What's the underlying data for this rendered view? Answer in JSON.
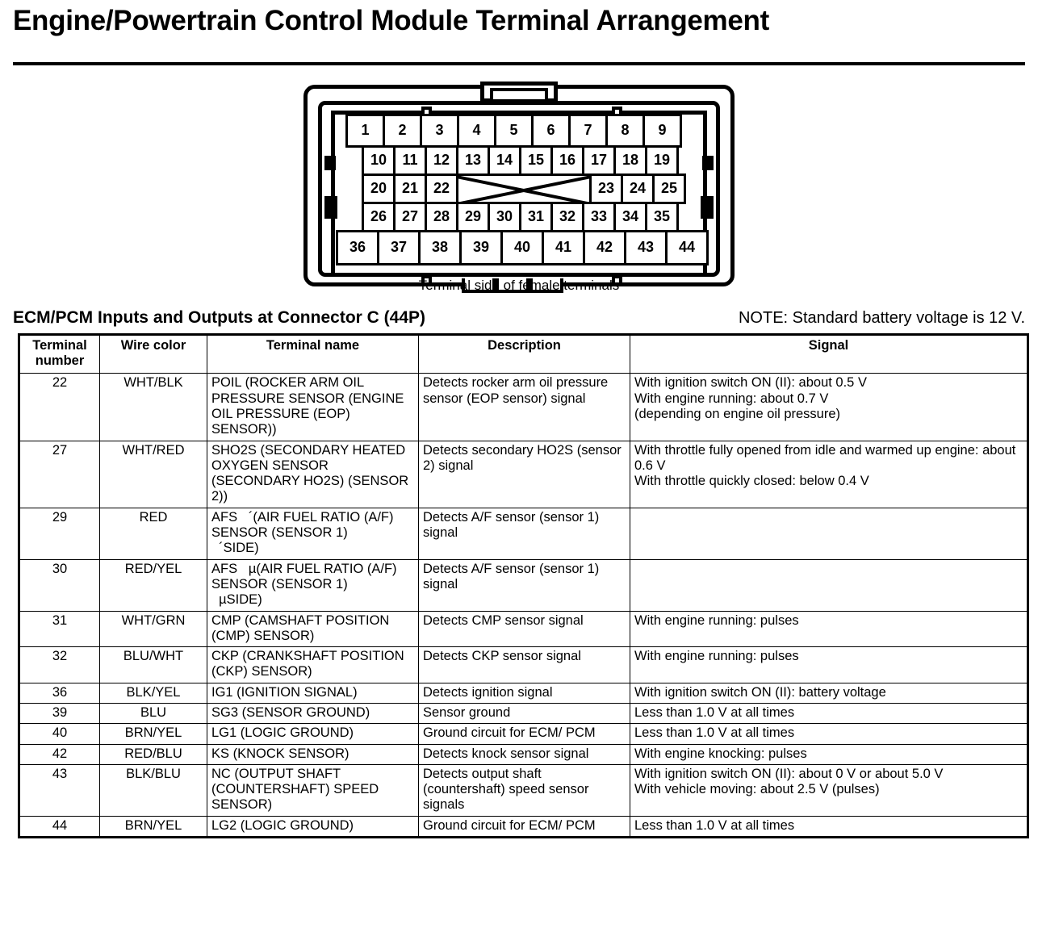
{
  "title": "Engine/Powertrain Control Module Terminal Arrangement",
  "diagram": {
    "caption": "Terminal side of female terminals",
    "row_a": [
      "1",
      "2",
      "3",
      "4",
      "5",
      "6",
      "7",
      "8",
      "9"
    ],
    "row_b": [
      "10",
      "11",
      "12",
      "13",
      "14",
      "15",
      "16",
      "17",
      "18",
      "19"
    ],
    "row_c_left": [
      "20",
      "21",
      "22"
    ],
    "row_c_right": [
      "23",
      "24",
      "25"
    ],
    "row_d": [
      "26",
      "27",
      "28",
      "29",
      "30",
      "31",
      "32",
      "33",
      "34",
      "35"
    ],
    "row_e": [
      "36",
      "37",
      "38",
      "39",
      "40",
      "41",
      "42",
      "43",
      "44"
    ]
  },
  "section": {
    "heading": "ECM/PCM Inputs and Outputs at Connector C (44P)",
    "note": "NOTE: Standard battery voltage is 12 V."
  },
  "table": {
    "headers": [
      "Terminal\nnumber",
      "Wire color",
      "Terminal name",
      "Description",
      "Signal"
    ],
    "rows": [
      {
        "number": "22",
        "wire": "WHT/BLK",
        "name": "POIL (ROCKER ARM OIL PRESSURE SENSOR (ENGINE OIL PRESSURE (EOP) SENSOR))",
        "description": "Detects rocker arm oil pressure sensor (EOP sensor) signal",
        "signal": "With ignition switch ON (II): about 0.5 V\nWith engine running: about 0.7 V\n(depending on engine oil pressure)"
      },
      {
        "number": "27",
        "wire": "WHT/RED",
        "name": "SHO2S (SECONDARY HEATED OXYGEN SENSOR (SECONDARY HO2S) (SENSOR 2))",
        "description": "Detects secondary HO2S (sensor 2) signal",
        "signal": "With throttle fully opened from idle and warmed up engine: about 0.6 V\nWith throttle quickly closed: below 0.4 V"
      },
      {
        "number": "29",
        "wire": "RED",
        "name": "AFS   ´(AIR FUEL RATIO (A/F) SENSOR (SENSOR 1)\n  ´SIDE)",
        "description": "Detects A/F sensor (sensor 1) signal",
        "signal": ""
      },
      {
        "number": "30",
        "wire": "RED/YEL",
        "name": "AFS   µ(AIR FUEL RATIO (A/F) SENSOR (SENSOR 1)\n  µSIDE)",
        "description": "Detects A/F sensor (sensor 1) signal",
        "signal": ""
      },
      {
        "number": "31",
        "wire": "WHT/GRN",
        "name": "CMP (CAMSHAFT POSITION (CMP) SENSOR)",
        "description": "Detects CMP sensor signal",
        "signal": "With engine running: pulses"
      },
      {
        "number": "32",
        "wire": "BLU/WHT",
        "name": "CKP (CRANKSHAFT POSITION (CKP) SENSOR)",
        "description": "Detects CKP sensor signal",
        "signal": "With engine running: pulses"
      },
      {
        "number": "36",
        "wire": "BLK/YEL",
        "name": "IG1 (IGNITION SIGNAL)",
        "description": "Detects ignition signal",
        "signal": "With ignition switch ON (II): battery voltage"
      },
      {
        "number": "39",
        "wire": "BLU",
        "name": "SG3 (SENSOR GROUND)",
        "description": "Sensor ground",
        "signal": "Less than 1.0 V at all times"
      },
      {
        "number": "40",
        "wire": "BRN/YEL",
        "name": "LG1 (LOGIC GROUND)",
        "description": "Ground circuit for ECM/ PCM",
        "signal": "Less than 1.0 V at all times"
      },
      {
        "number": "42",
        "wire": "RED/BLU",
        "name": "KS (KNOCK SENSOR)",
        "description": "Detects knock sensor signal",
        "signal": "With engine knocking: pulses"
      },
      {
        "number": "43",
        "wire": "BLK/BLU",
        "name": "NC (OUTPUT SHAFT (COUNTERSHAFT) SPEED SENSOR)",
        "description": "Detects output shaft (countershaft) speed sensor signals",
        "signal": "With ignition switch ON (II): about 0 V or about 5.0 V\nWith vehicle moving: about 2.5 V (pulses)"
      },
      {
        "number": "44",
        "wire": "BRN/YEL",
        "name": "LG2 (LOGIC GROUND)",
        "description": "Ground circuit for ECM/ PCM",
        "signal": "Less than 1.0 V at all times"
      }
    ]
  }
}
